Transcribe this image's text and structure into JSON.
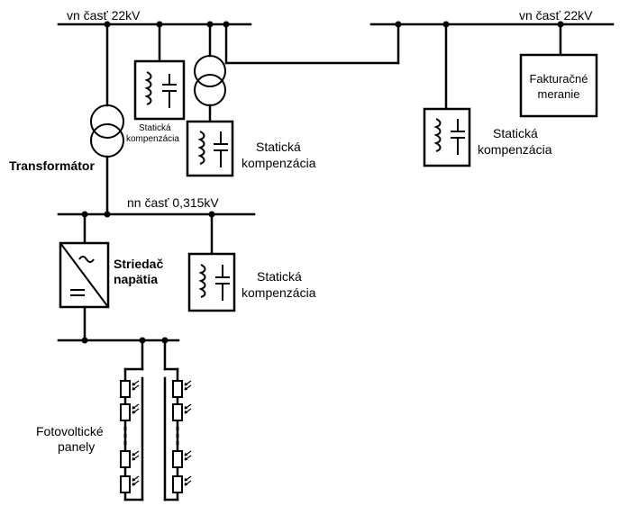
{
  "labels": {
    "bus_hv_left": "vn časť 22kV",
    "bus_hv_right": "vn časť 22kV",
    "bus_lv": "nn časť 0,315kV",
    "transformer": "Transformátor",
    "comp_small_1": "Statická",
    "comp_small_2": "kompenzácia",
    "comp_a_1": "Statická",
    "comp_a_2": "kompenzácia",
    "comp_b_1": "Statická",
    "comp_b_2": "kompenzácia",
    "comp_c_1": "Statická",
    "comp_c_2": "kompenzácia",
    "metering_1": "Fakturačné",
    "metering_2": "meranie",
    "inverter_1": "Striedač",
    "inverter_2": "napätia",
    "pv_1": "Fotovoltické",
    "pv_2": "panely"
  }
}
